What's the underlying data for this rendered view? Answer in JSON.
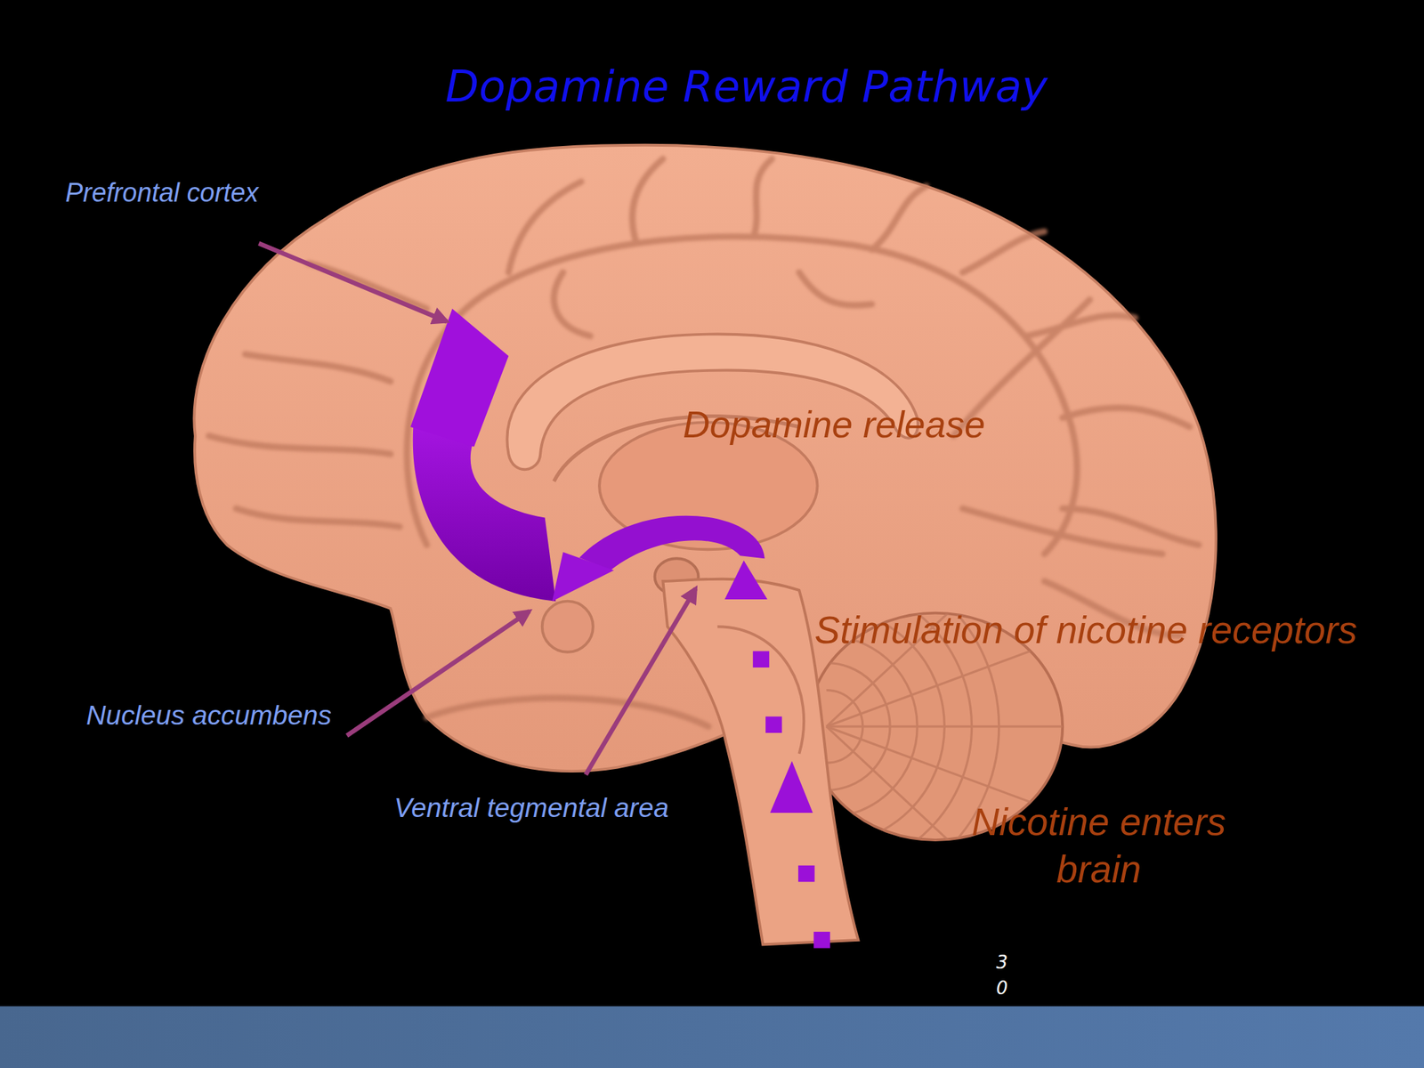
{
  "diagram": {
    "title": "Dopamine Reward Pathway",
    "labels": [
      "Prefrontal cortex",
      "Dopamine release",
      "Stimulation of nicotine receptors",
      "Nucleus accumbens",
      "Ventral tegmental area",
      "Nicotine enters brain",
      "30"
    ]
  }
}
